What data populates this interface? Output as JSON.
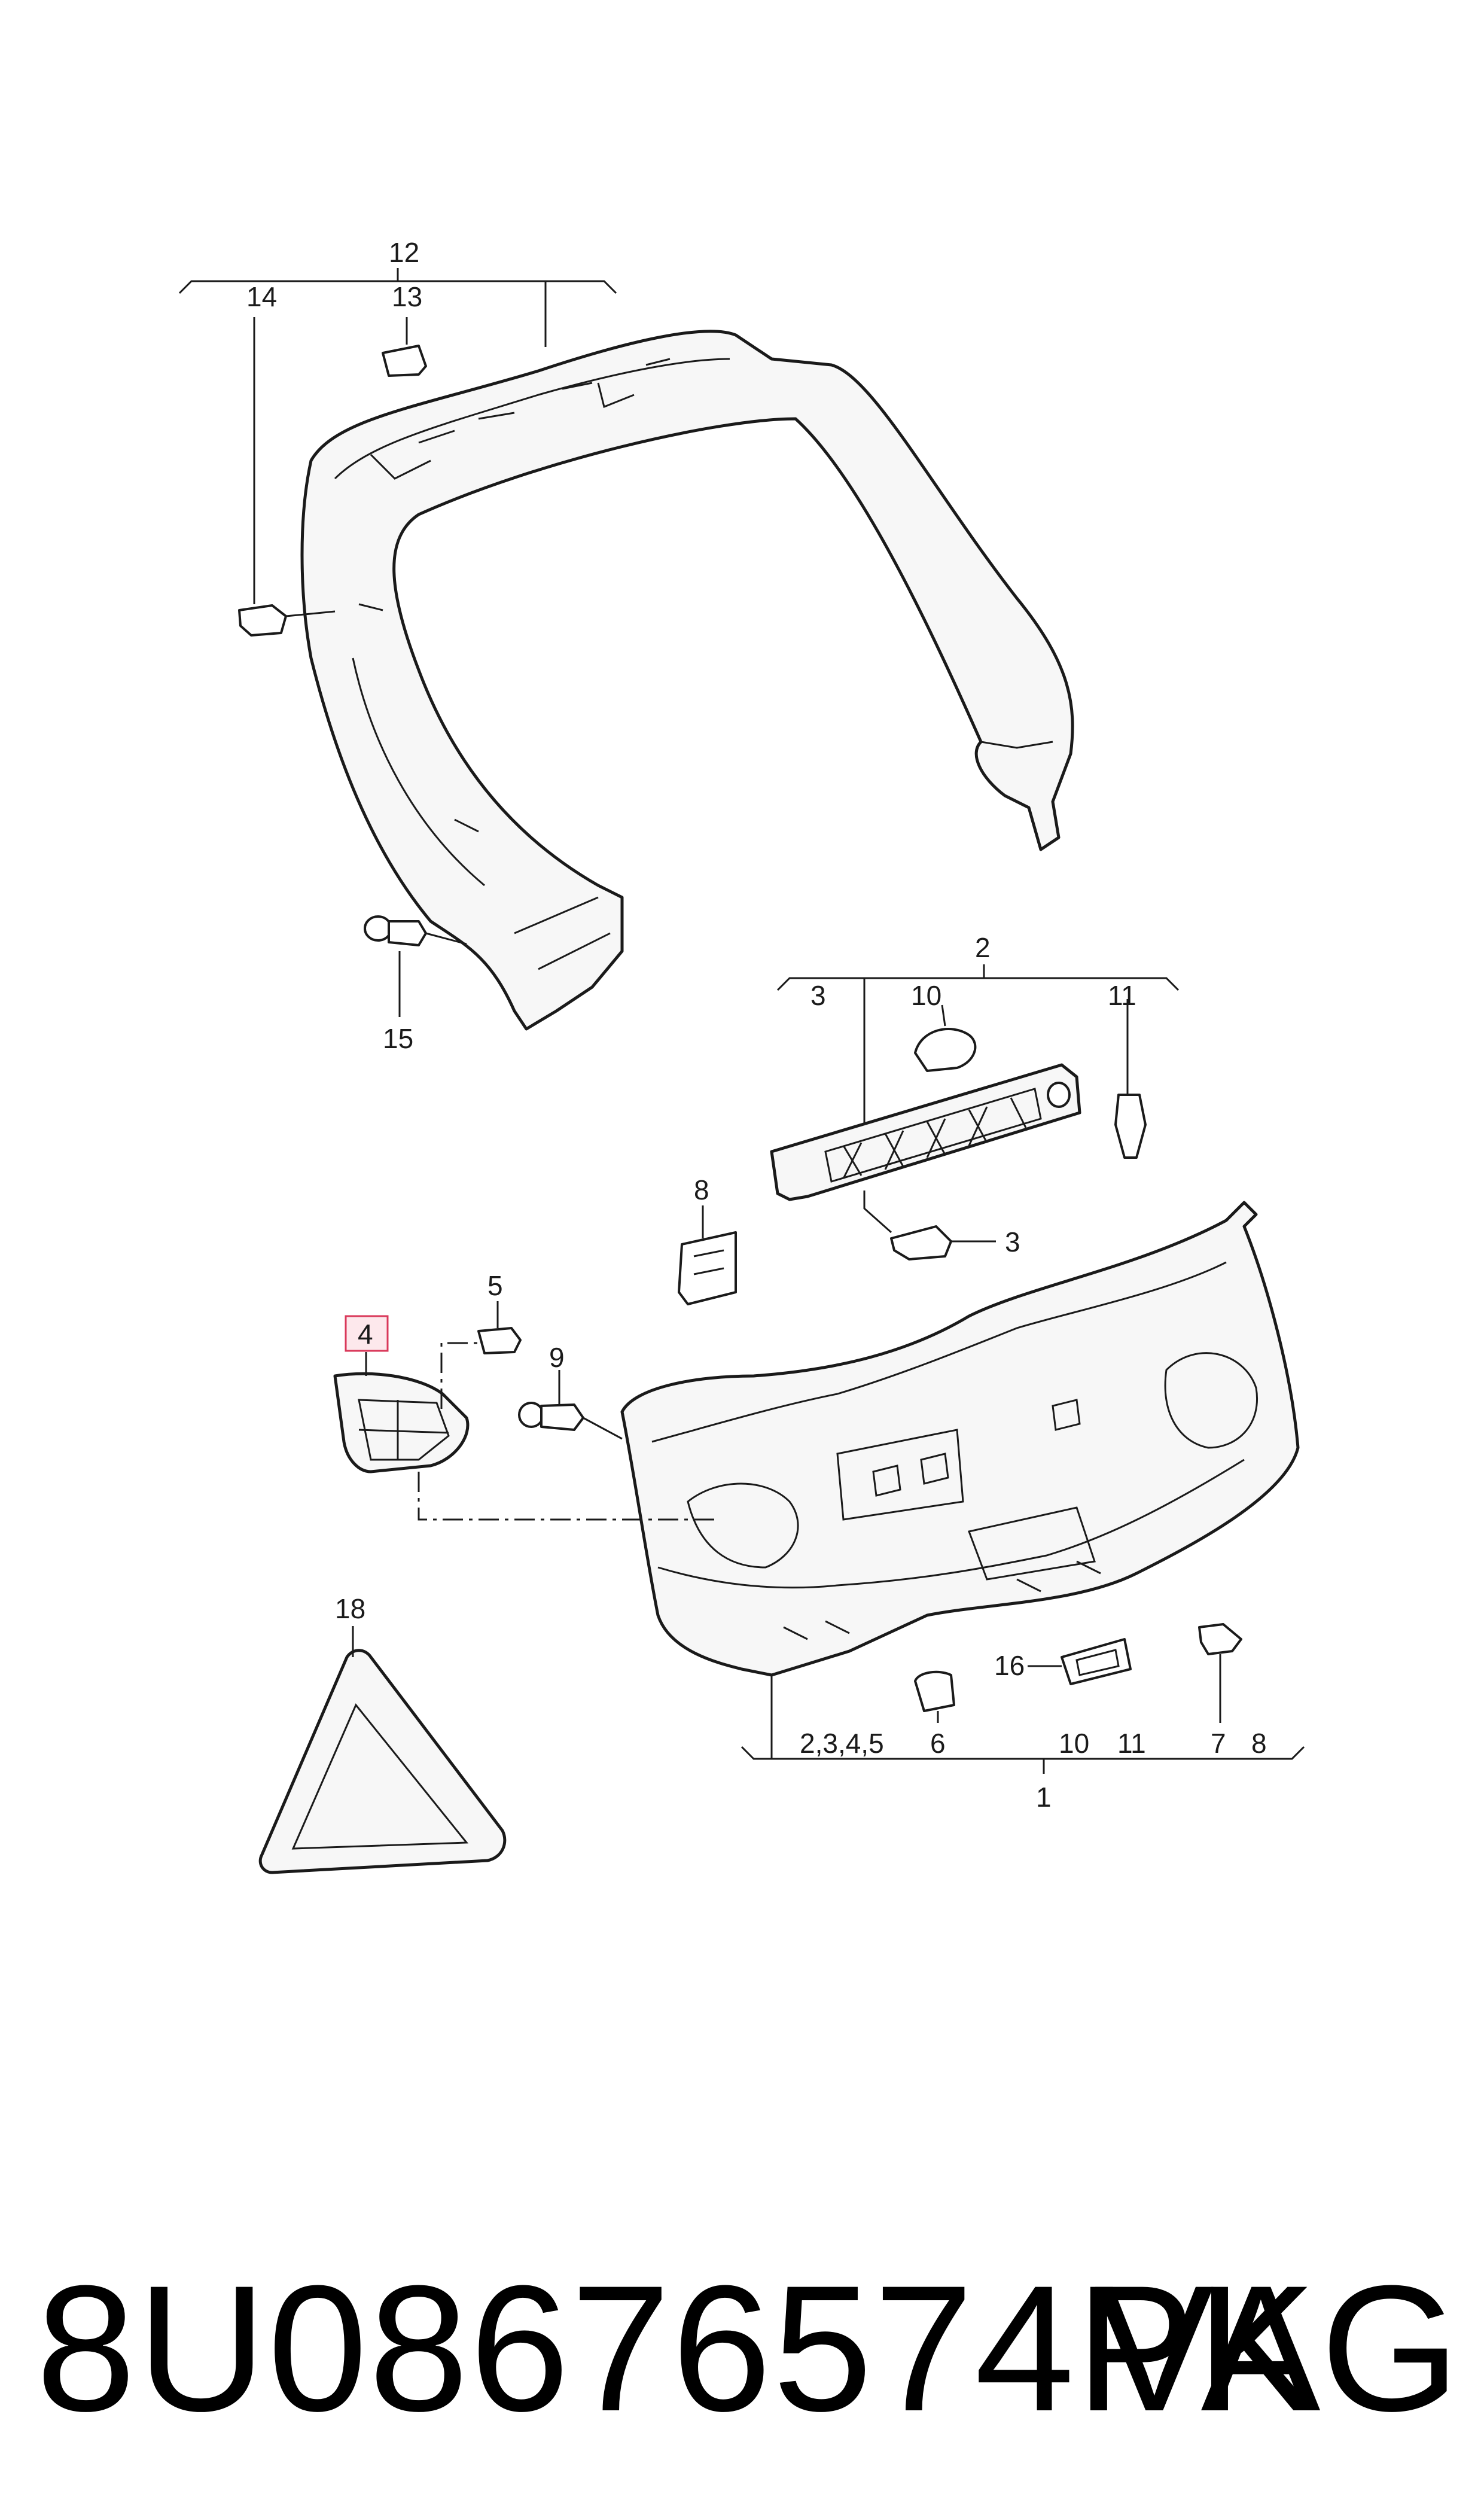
{
  "callouts": {
    "c1": "1",
    "c2": "2",
    "c3a": "3",
    "c3b": "3",
    "c4": "4",
    "c5": "5",
    "c6": "6",
    "c7": "7",
    "c8a": "8",
    "c8b": "8",
    "c9": "9",
    "c10a": "10",
    "c10b": "10",
    "c11a": "11",
    "c11b": "11",
    "c12": "12",
    "c13": "13",
    "c14": "14",
    "c15": "15",
    "c16": "16",
    "c18": "18",
    "c2345": "2,3,4,5"
  },
  "highlighted_callout": "4",
  "highlight_color": "#d9385a",
  "footer": {
    "part_number": "8U08676574PK",
    "brand": "VAG"
  }
}
